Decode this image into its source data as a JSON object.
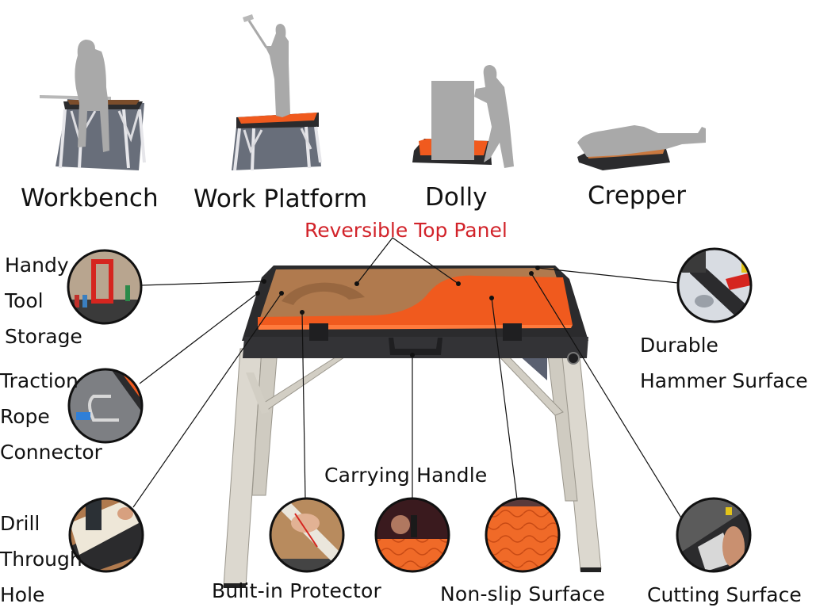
{
  "colors": {
    "orange": "#f05a1e",
    "wood": "#b07a4e",
    "frame": "#2b2b2d",
    "leg": "#d9d6cd",
    "silhouette": "#a9a9a9",
    "red_text": "#d2232a",
    "text": "#111111"
  },
  "modes": [
    {
      "label": "Workbench"
    },
    {
      "label": "Work Platform"
    },
    {
      "label": "Dolly"
    },
    {
      "label": "Crepper"
    }
  ],
  "top_callout": {
    "label": "Reversible Top Panel"
  },
  "features_left": [
    {
      "lines": [
        "Handy",
        "Tool",
        "Storage"
      ]
    },
    {
      "lines": [
        "Traction",
        "Rope",
        "Connector"
      ]
    },
    {
      "lines": [
        "Drill",
        "Through",
        "Hole"
      ]
    }
  ],
  "features_right": [
    {
      "lines": [
        "Durable",
        "Hammer Surface"
      ]
    },
    {
      "lines": [
        "Cutting Surface"
      ]
    }
  ],
  "features_bottom": [
    {
      "label": "Carrying Handle"
    },
    {
      "label": "Bulit-in Protector"
    },
    {
      "label": "Non-slip Surface"
    }
  ]
}
